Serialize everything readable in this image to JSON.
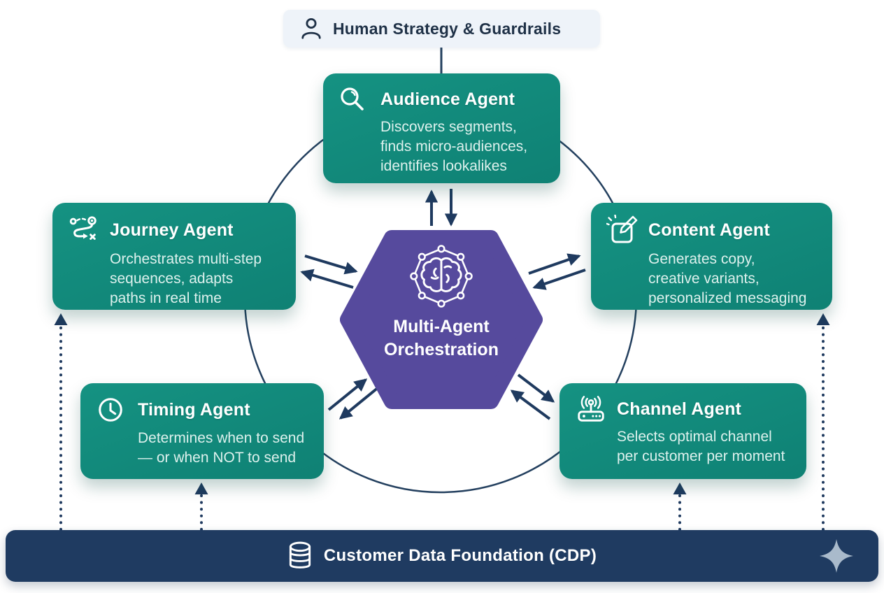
{
  "human": {
    "label": "Human Strategy & Guardrails"
  },
  "hexagon": {
    "line1": "Multi-Agent",
    "line2": "Orchestration"
  },
  "agents": {
    "audience": {
      "title": "Audience Agent",
      "desc": [
        "Discovers segments,",
        "finds micro-audiences,",
        "identifies lookalikes"
      ]
    },
    "journey": {
      "title": "Journey Agent",
      "desc": [
        "Orchestrates multi-step",
        "sequences, adapts",
        "paths in real time"
      ]
    },
    "content": {
      "title": "Content Agent",
      "desc": [
        "Generates copy,",
        "creative variants,",
        "personalized messaging"
      ]
    },
    "timing": {
      "title": "Timing Agent",
      "desc": [
        "Determines when to send",
        "— or when NOT to send"
      ]
    },
    "channel": {
      "title": "Channel Agent",
      "desc": [
        "Selects optimal channel",
        "per customer per moment"
      ]
    }
  },
  "foundation": {
    "label": "Customer Data Foundation (CDP)"
  },
  "icons": {
    "human": "person-icon",
    "audience": "magnifier-icon",
    "journey": "route-icon",
    "content": "edit-pencil-icon",
    "timing": "clock-icon",
    "channel": "router-broadcast-icon",
    "hexagon": "brain-network-icon",
    "foundation": "database-icon",
    "foundation_right": "sparkle-icon"
  },
  "colors": {
    "agent_teal": "#12897B",
    "hexagon_purple": "#564A9D",
    "arrow_navy": "#1F3A5F",
    "foundation_navy": "#1F3B61",
    "human_box_bg": "#EEF3F9",
    "sparkle": "#A9BACB",
    "background": "#FFFFFF"
  }
}
